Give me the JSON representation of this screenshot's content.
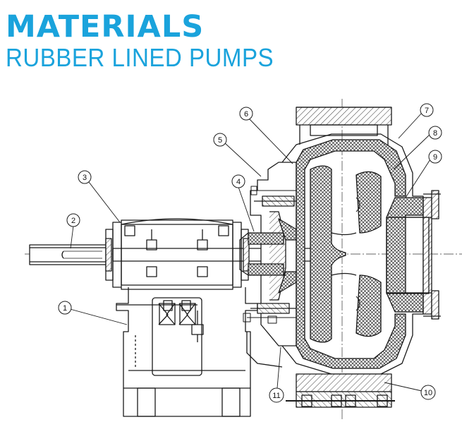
{
  "header": {
    "title": "MATERIALS",
    "subtitle": "RUBBER LINED PUMPS"
  },
  "colors": {
    "title_accent": "#1aa3dc",
    "line": "#1a1a1a",
    "rubber_fill": "#cfcfcf"
  },
  "diagram": {
    "callouts": [
      {
        "number": "1"
      },
      {
        "number": "2"
      },
      {
        "number": "3"
      },
      {
        "number": "4"
      },
      {
        "number": "5"
      },
      {
        "number": "6"
      },
      {
        "number": "7"
      },
      {
        "number": "8"
      },
      {
        "number": "9"
      },
      {
        "number": "10"
      },
      {
        "number": "11"
      }
    ]
  }
}
